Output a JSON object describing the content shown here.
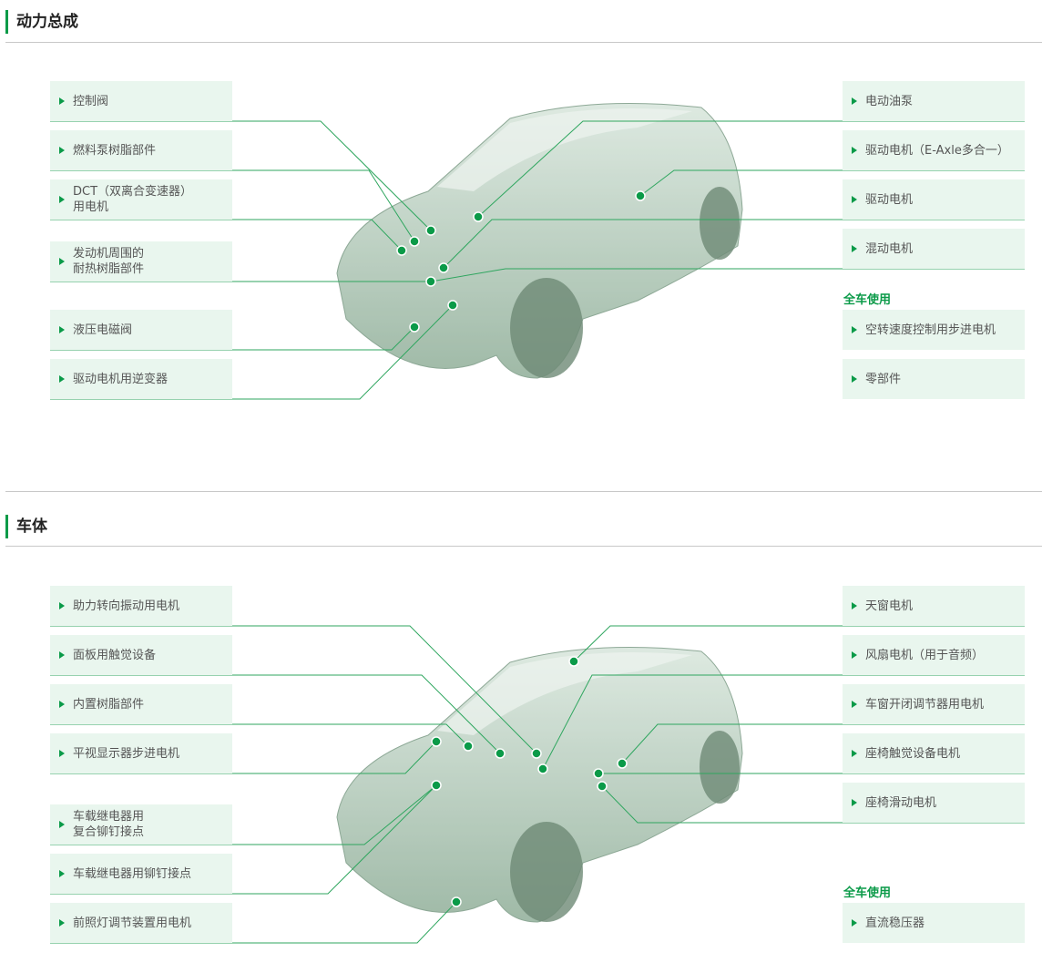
{
  "powertrain": {
    "title": "动力总成",
    "left": [
      "控制阀",
      "燃料泵树脂部件",
      "DCT（双离合变速器）\n用电机",
      "发动机周围的\n耐热树脂部件",
      "液压电磁阀",
      "驱动电机用逆变器"
    ],
    "right": [
      "电动油泵",
      "驱动电机（E-Axle多合一）",
      "驱动电机",
      "混动电机"
    ],
    "whole_label": "全车使用",
    "whole": [
      "空转速度控制用步进电机",
      "零部件"
    ]
  },
  "body": {
    "title": "车体",
    "left": [
      "助力转向振动用电机",
      "面板用触觉设备",
      "内置树脂部件",
      "平视显示器步进电机",
      "车载继电器用\n复合铆钉接点",
      "车载继电器用铆钉接点",
      "前照灯调节装置用电机"
    ],
    "right": [
      "天窗电机",
      "风扇电机（用于音频）",
      "车窗开闭调节器用电机",
      "座椅触觉设备电机",
      "座椅滑动电机"
    ],
    "whole_label": "全车使用",
    "whole": [
      "直流稳压器"
    ]
  },
  "colors": {
    "accent": "#0a9a48",
    "box_bg": "#e9f6ee",
    "line": "#2fa65f"
  }
}
